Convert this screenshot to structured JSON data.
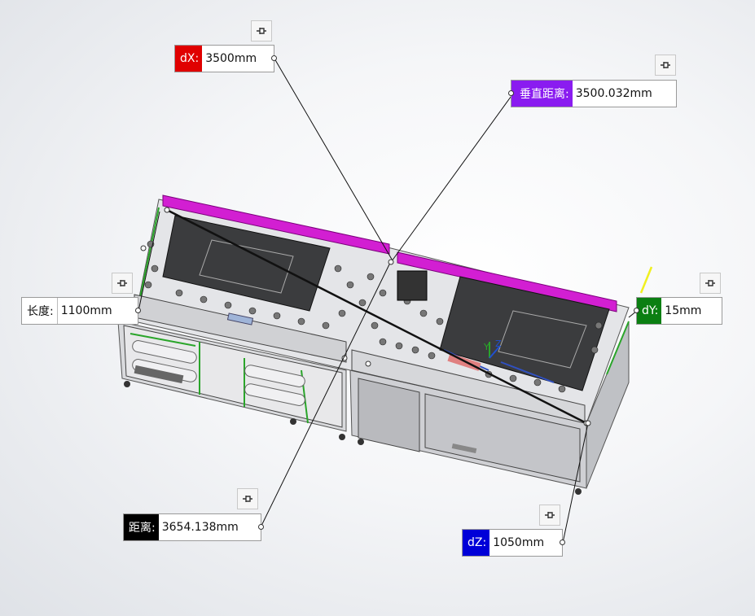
{
  "dimensions": {
    "dx": {
      "label": "dX:",
      "value": "3500mm",
      "color": "#e00000"
    },
    "vertical": {
      "label": "垂直距离:",
      "value": "3500.032mm",
      "color": "#8a1cf0"
    },
    "length": {
      "label": "长度:",
      "value": "1100mm",
      "color": "#ffffff"
    },
    "dy": {
      "label": "dY:",
      "value": "15mm",
      "color": "#0b7f12"
    },
    "distance": {
      "label": "距离:",
      "value": "3654.138mm",
      "color": "#000000"
    },
    "dz": {
      "label": "dZ:",
      "value": "1050mm",
      "color": "#0000d8"
    }
  },
  "icons": {
    "pin": "pin-icon",
    "triad": "coordinate-triad-icon"
  },
  "triad": {
    "y": "Y",
    "z": "Z"
  }
}
